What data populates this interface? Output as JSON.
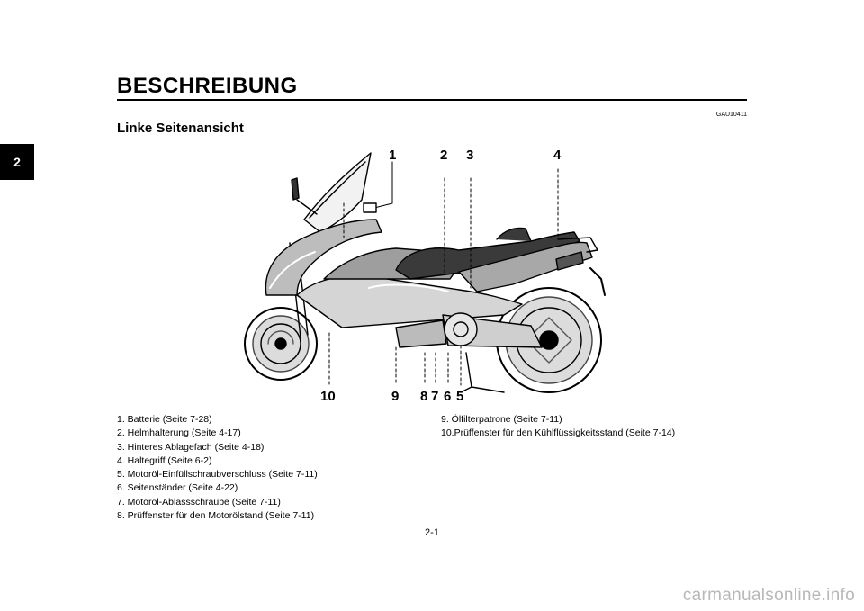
{
  "chapter_tab": "2",
  "header": {
    "title": "BESCHREIBUNG",
    "doc_code": "GAU10411"
  },
  "section_title": "Linke Seitenansicht",
  "callouts": [
    "1",
    "2",
    "3",
    "4",
    "5",
    "6",
    "7",
    "8",
    "9",
    "10"
  ],
  "legend_left": [
    "1.  Batterie (Seite 7-28)",
    "2.  Helmhalterung (Seite 4-17)",
    "3.  Hinteres Ablagefach (Seite 4-18)",
    "4.  Haltegriff (Seite 6-2)",
    "5.  Motoröl-Einfüllschraubverschluss (Seite 7-11)",
    "6.  Seitenständer (Seite 4-22)",
    "7.  Motoröl-Ablassschraube (Seite 7-11)",
    "8.  Prüffenster für den Motorölstand (Seite 7-11)"
  ],
  "legend_right": [
    "9.  Ölfilterpatrone (Seite 7-11)",
    "10.Prüffenster für den Kühlflüssigkeitsstand (Seite 7-14)"
  ],
  "footer": {
    "page_number": "2-1",
    "watermark": "carmanualsonline.info"
  }
}
